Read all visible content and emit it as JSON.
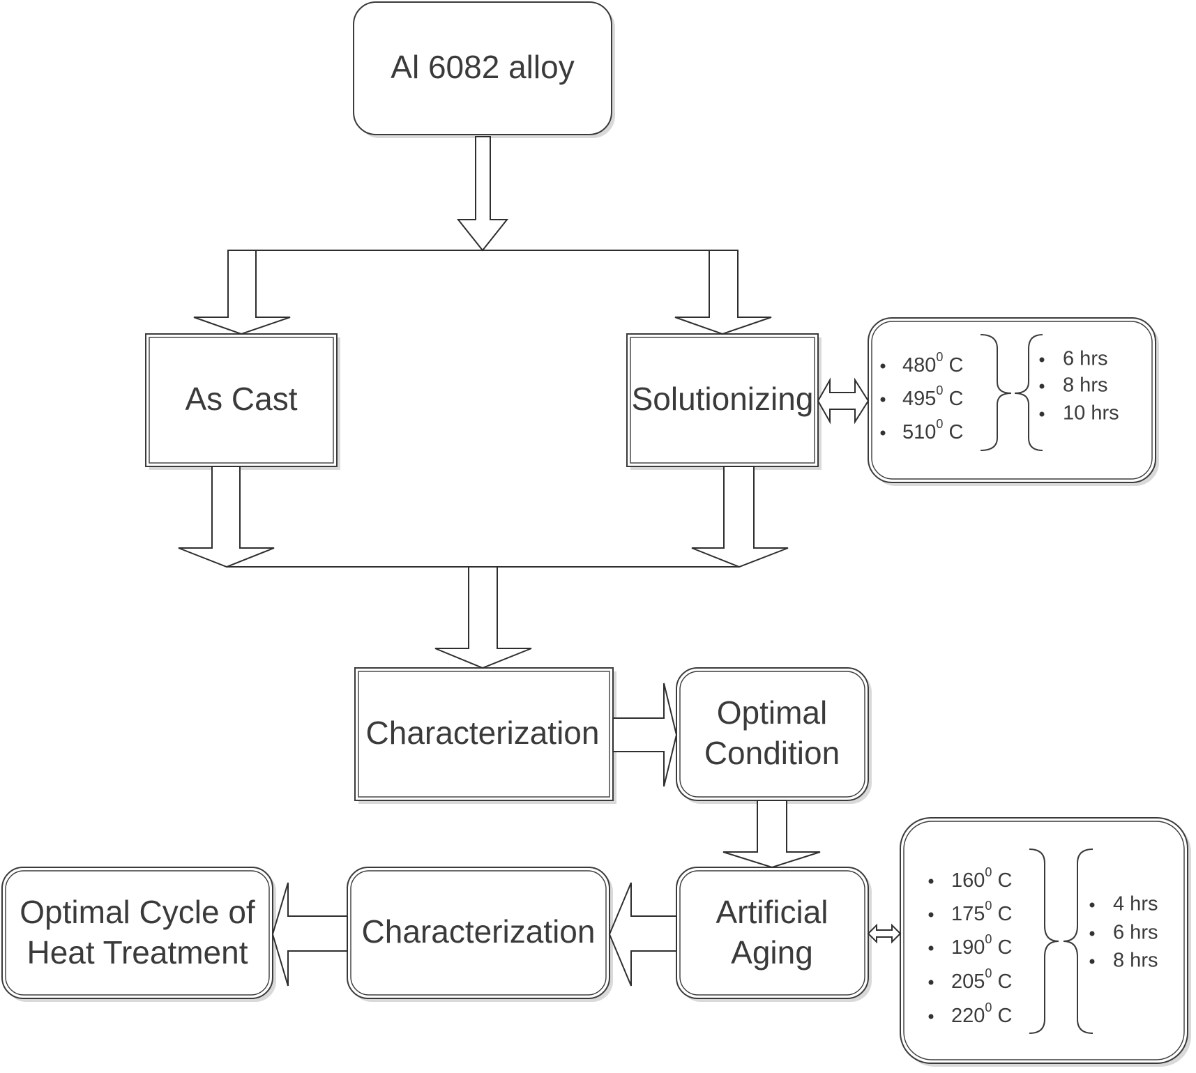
{
  "diagram": {
    "nodes": {
      "alloy": "Al 6082 alloy",
      "as_cast": "As Cast",
      "solutionizing": "Solutionizing",
      "characterization_1": "Characterization",
      "optimal_condition_line1": "Optimal",
      "optimal_condition_line2": "Condition",
      "artificial_aging_line1": "Artificial",
      "artificial_aging_line2": "Aging",
      "characterization_2": "Characterization",
      "optimal_cycle_line1": "Optimal Cycle of",
      "optimal_cycle_line2": "Heat Treatment"
    },
    "solutionizing_params": {
      "temperatures": [
        {
          "value": "480",
          "sup": "0",
          "unit": " C"
        },
        {
          "value": "495",
          "sup": "0",
          "unit": " C"
        },
        {
          "value": "510",
          "sup": "0",
          "unit": " C"
        }
      ],
      "durations": [
        "6 hrs",
        "8 hrs",
        "10 hrs"
      ]
    },
    "aging_params": {
      "temperatures": [
        {
          "value": "160",
          "sup": "0",
          "unit": " C"
        },
        {
          "value": "175",
          "sup": "0",
          "unit": " C"
        },
        {
          "value": "190",
          "sup": "0",
          "unit": " C"
        },
        {
          "value": "205",
          "sup": "0",
          "unit": " C"
        },
        {
          "value": "220",
          "sup": "0",
          "unit": " C"
        }
      ],
      "durations": [
        "4 hrs",
        "6 hrs",
        "8 hrs"
      ]
    }
  }
}
